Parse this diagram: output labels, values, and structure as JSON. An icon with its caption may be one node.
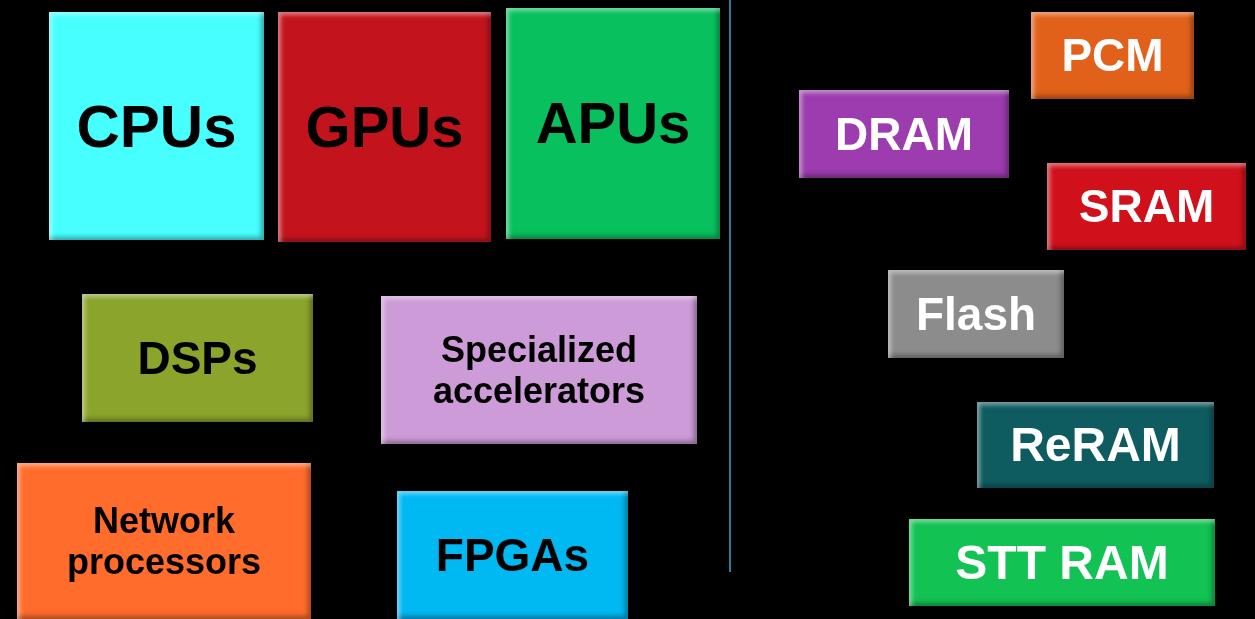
{
  "diagram": {
    "nodes": [
      {
        "text": [
          "CPUs"
        ]
      },
      {
        "text": [
          "GPUs"
        ]
      },
      {
        "text": [
          "APUs"
        ]
      },
      {
        "text": [
          "DSPs"
        ]
      },
      {
        "text": [
          "Specialized accelerators"
        ]
      },
      {
        "text": [
          "Network processors"
        ]
      },
      {
        "text": [
          "FPGAs"
        ]
      },
      {
        "text": [
          "PCM"
        ]
      },
      {
        "text": [
          "DRAM"
        ]
      },
      {
        "text": [
          "SRAM"
        ]
      },
      {
        "text": [
          "Flash"
        ]
      },
      {
        "text": [
          "ReRAM"
        ]
      },
      {
        "text": [
          "STT RAM"
        ]
      }
    ],
    "edges": []
  }
}
